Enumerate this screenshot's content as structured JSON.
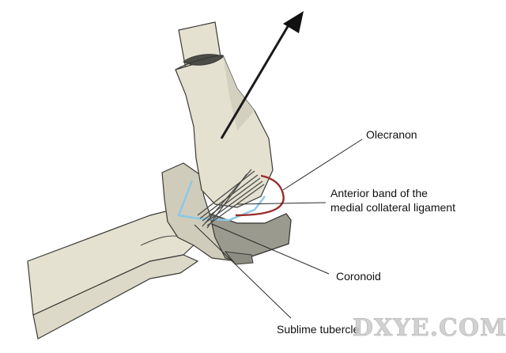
{
  "diagram": {
    "labels": {
      "olecranon": "Olecranon",
      "anterior_band_line1": "Anterior band of the",
      "anterior_band_line2": "medial collateral ligament",
      "coronoid": "Coronoid",
      "sublime_tubercle": "Sublime tubercle"
    },
    "watermark": {
      "text": "DXYE.COM"
    },
    "colors": {
      "bone_fill": "#e4e1d1",
      "bone_shadow": "#cfccbb",
      "bone_dark_shadow": "#9b9a8e",
      "ligament_blue": "#8ac9e8",
      "ligament_red": "#9a2b2b",
      "outline": "#3a3a36",
      "watermark": "#c9c9c9"
    }
  }
}
